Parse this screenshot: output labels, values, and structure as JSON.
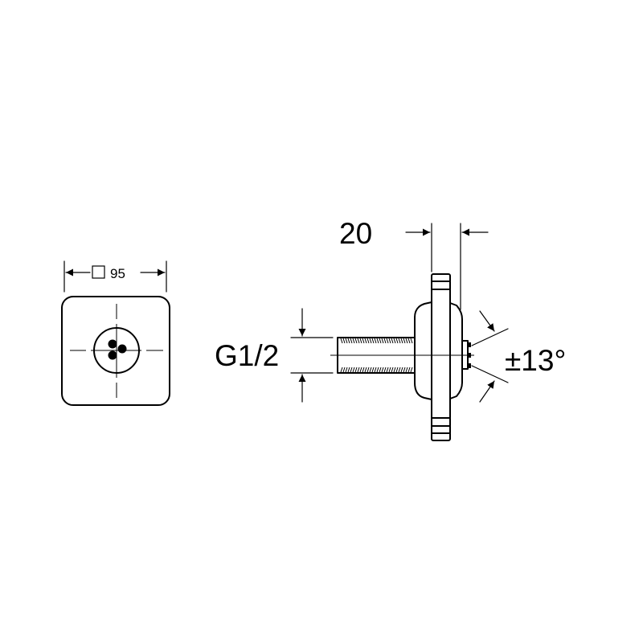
{
  "front_view": {
    "size_symbol": "□",
    "size_value": "95"
  },
  "side_view": {
    "depth_label": "20",
    "thread_label": "G1/2",
    "angle_label": "±13°"
  }
}
